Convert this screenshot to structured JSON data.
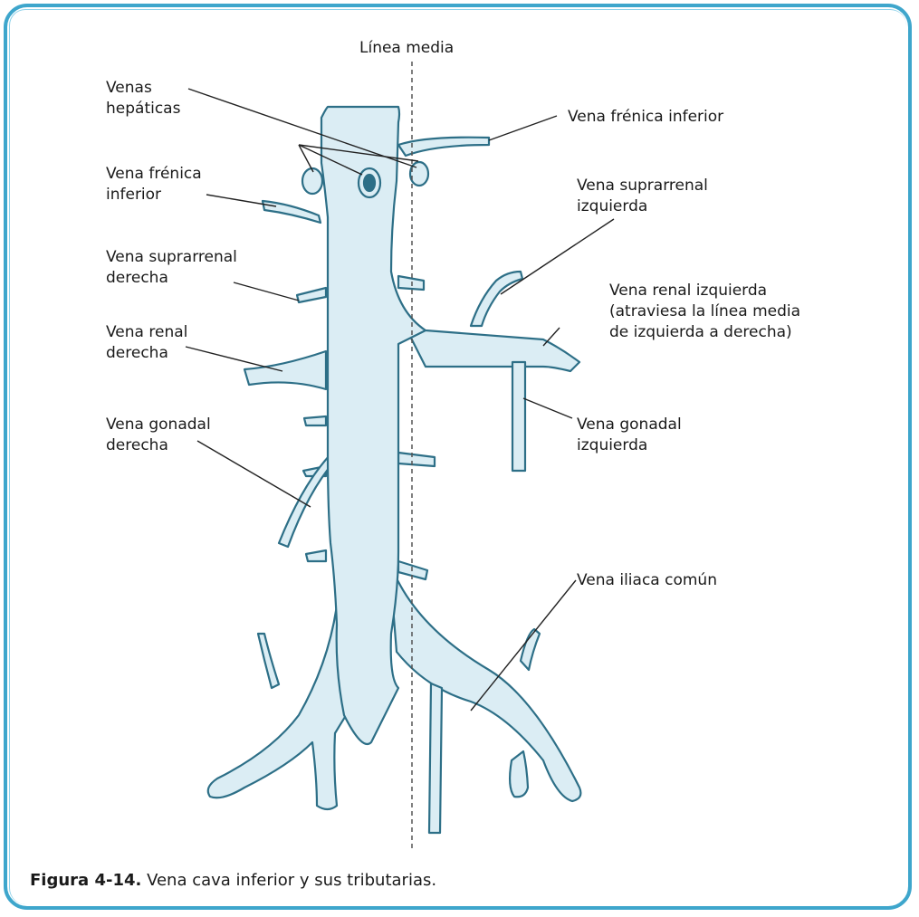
{
  "diagram": {
    "midline_label": "Línea media",
    "labels": {
      "hepatic_veins": "Venas\nhepáticas",
      "inferior_phrenic_left": "Vena frénica inferior",
      "inferior_phrenic_right": "Vena frénica\ninferior",
      "left_suprarenal": "Vena suprarrenal\nizquierda",
      "right_suprarenal": "Vena suprarrenal\nderecha",
      "left_renal": "Vena renal izquierda\n(atraviesa la línea media\nde izquierda a derecha)",
      "right_renal": "Vena renal\nderecha",
      "left_gonadal": "Vena gonadal\nizquierda",
      "right_gonadal": "Vena gonadal\nderecha",
      "common_iliac": "Vena iliaca común"
    },
    "colors": {
      "vessel_fill": "#dbedf4",
      "vessel_stroke": "#2d6f87",
      "frame": "#3ea6cc"
    }
  },
  "caption": {
    "number": "Figura 4-14.",
    "text": " Vena cava inferior y sus tributarias."
  }
}
